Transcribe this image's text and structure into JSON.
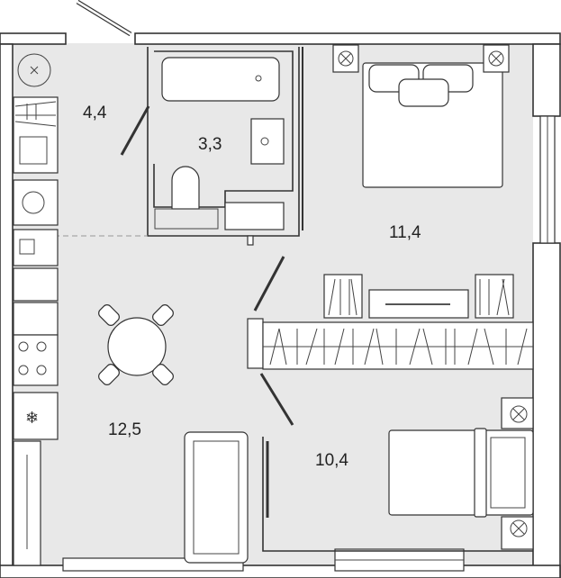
{
  "plan": {
    "rooms": [
      {
        "id": "hall",
        "area": "4,4"
      },
      {
        "id": "bathroom",
        "area": "3,3"
      },
      {
        "id": "bedroom-1",
        "area": "11,4"
      },
      {
        "id": "kitchen-living",
        "area": "12,5"
      },
      {
        "id": "bedroom-2",
        "area": "10,4"
      }
    ],
    "colors": {
      "floor": "#e8e8e8",
      "wall": "#ffffff",
      "line": "#333333"
    }
  }
}
